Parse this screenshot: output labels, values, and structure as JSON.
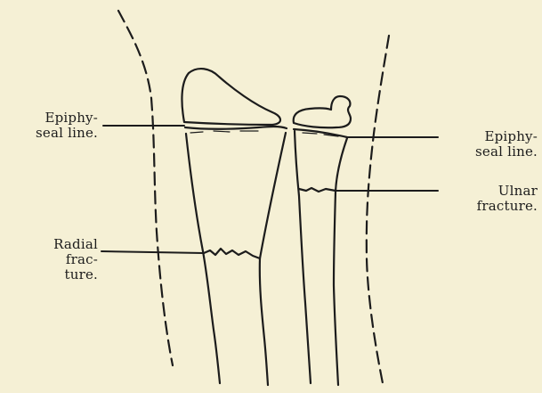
{
  "labels": {
    "epiphyseal_left": {
      "line1": "Epiphy-",
      "line2": "seal line."
    },
    "epiphyseal_right": {
      "line1": "Epiphy-",
      "line2": "seal line."
    },
    "ulnar_fracture": {
      "line1": "Ulnar",
      "line2": "fracture."
    },
    "radial_fracture": {
      "line1": "Radial",
      "line2": "frac-",
      "line3": "ture."
    }
  },
  "colors": {
    "background": "#f5f0d5",
    "ink": "#1c1c1c"
  }
}
